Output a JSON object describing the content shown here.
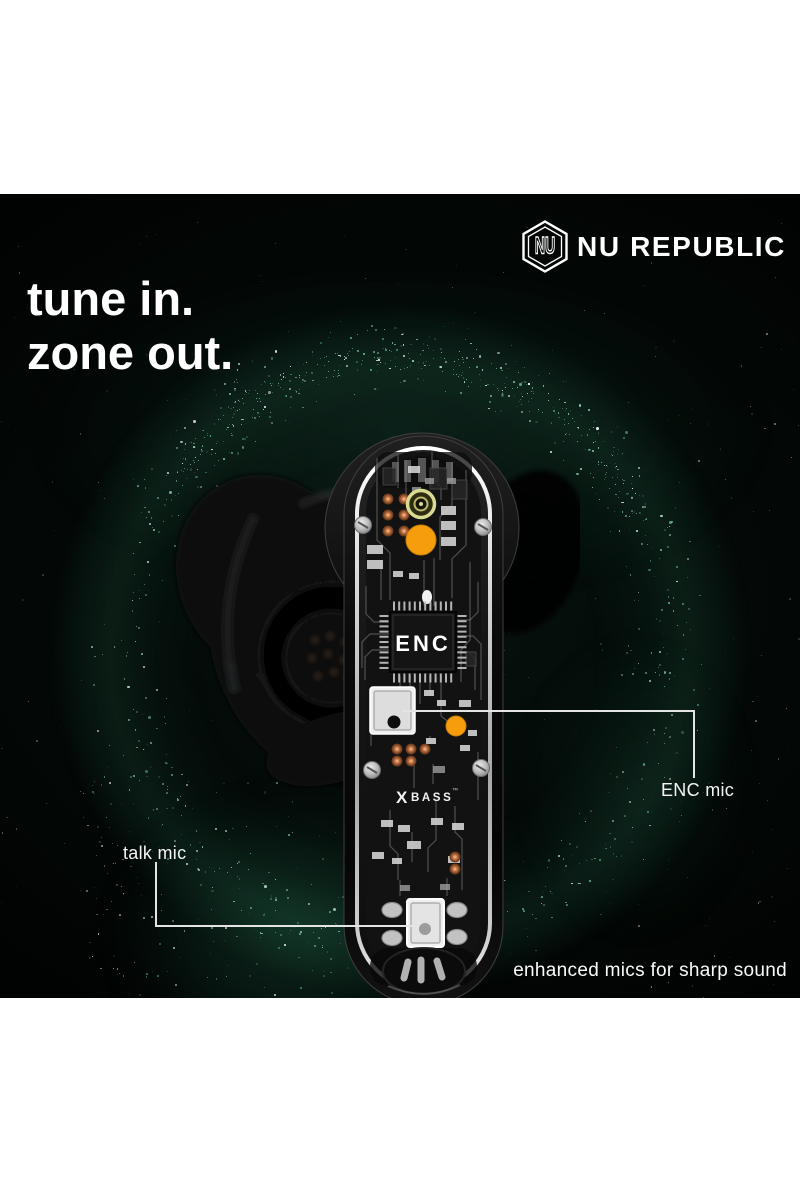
{
  "brand": {
    "name": "NU REPUBLIC",
    "monogram": "NU"
  },
  "headline": {
    "line1": "tune in.",
    "line2": "zone out."
  },
  "product": {
    "chip_label": "ENC",
    "board_logo_x": "X",
    "board_logo_text": "BASS",
    "board_logo_tm": "™"
  },
  "callouts": {
    "talk_mic": {
      "label": "talk mic"
    },
    "enc_mic": {
      "label": "ENC mic"
    }
  },
  "tagline": {
    "text": "enhanced mics for sharp sound"
  },
  "colors": {
    "margin_white": "#FFFFFF",
    "canvas_black": "#030504",
    "text_white": "#FFFFFF",
    "accent_orange": "#F59D0C",
    "nebula_green": "#2E8B6A",
    "callout_line": "#E4E4E4",
    "gold_screw": "#D9DB90",
    "copper_pad": "#B0653C"
  }
}
